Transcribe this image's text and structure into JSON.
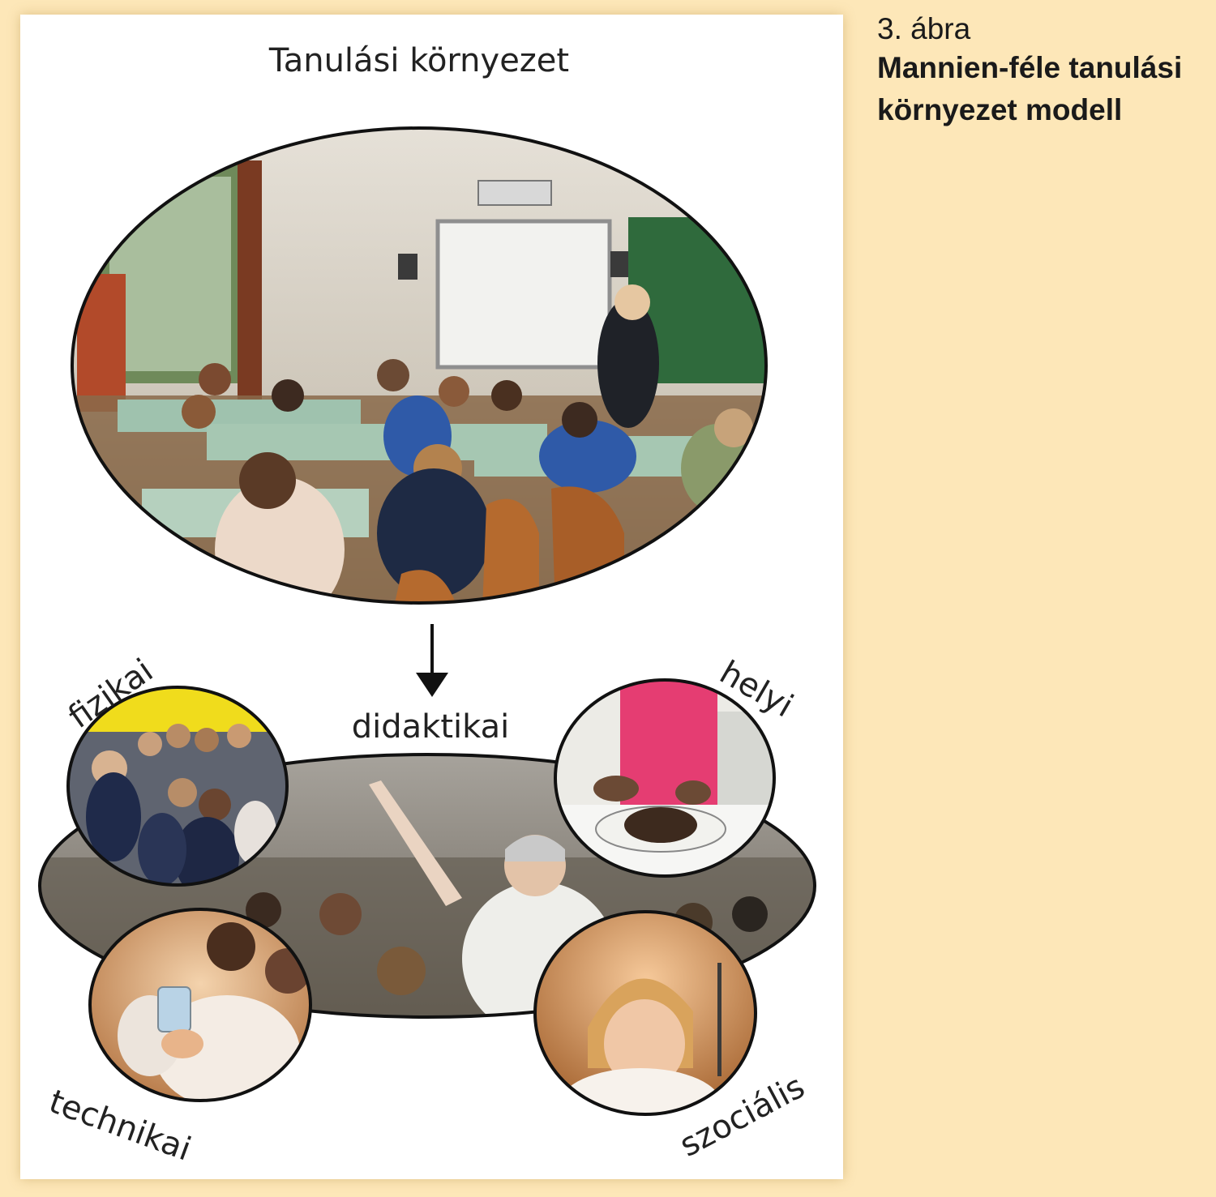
{
  "caption": {
    "number": "3. ábra",
    "title": "Mannien-féle tanulási környezet modell"
  },
  "diagram": {
    "title": "Tanulási környezet",
    "center_label": "didaktikai",
    "labels": {
      "top_left": "fizikai",
      "top_right": "helyi",
      "bottom_left": "technikai",
      "bottom_right": "szociális"
    },
    "photos": {
      "main": "classroom-photo",
      "center": "teacher-with-pupils-photo",
      "top_left": "children-sitting-on-floor-photo",
      "top_right": "child-handling-soil-photo",
      "bottom_left": "students-in-lab-coats-photo",
      "bottom_right": "girl-in-lab-coat-photo"
    },
    "colors": {
      "caption_background": "#fde7b8",
      "panel_background": "#ffffff",
      "outline": "#111111"
    }
  }
}
